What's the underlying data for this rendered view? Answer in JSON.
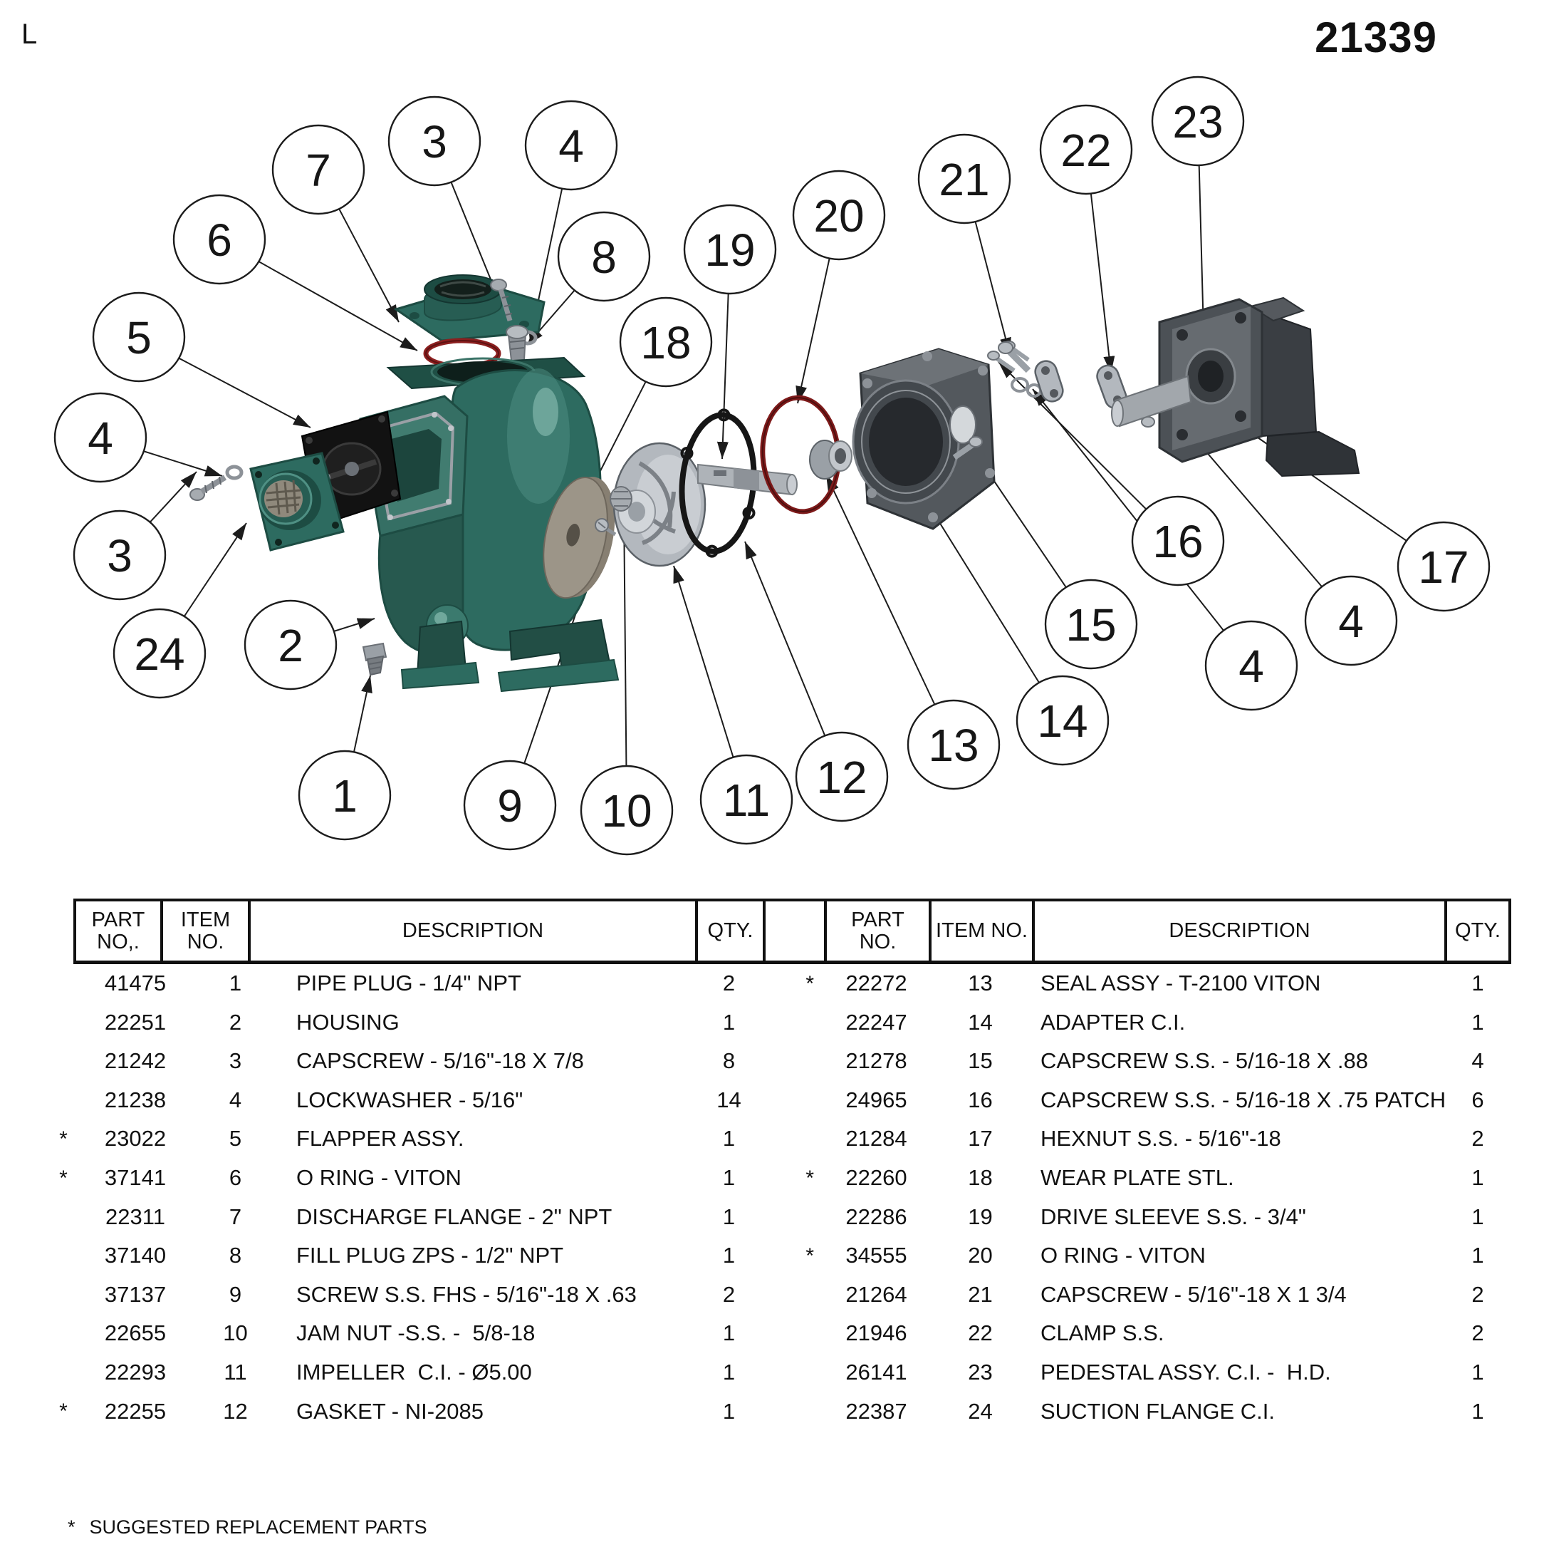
{
  "sheet": {
    "corner_mark": "L",
    "drawing_number": "21339"
  },
  "diagram": {
    "balloons": [
      "7",
      "3",
      "4",
      "6",
      "8",
      "18",
      "19",
      "20",
      "21",
      "22",
      "23",
      "5",
      "4",
      "3",
      "24",
      "2",
      "1",
      "9",
      "10",
      "11",
      "12",
      "13",
      "14",
      "15",
      "16",
      "4",
      "4",
      "17"
    ]
  },
  "table": {
    "left": {
      "headers": {
        "part": "PART\nNO,.",
        "item": "ITEM NO.",
        "desc": "DESCRIPTION",
        "qty": "QTY."
      },
      "rows": [
        {
          "star": "",
          "part": "41475",
          "item": "1",
          "desc": "PIPE PLUG - 1/4\" NPT",
          "qty": "2"
        },
        {
          "star": "",
          "part": "22251",
          "item": "2",
          "desc": "HOUSING",
          "qty": "1"
        },
        {
          "star": "",
          "part": "21242",
          "item": "3",
          "desc": "CAPSCREW - 5/16\"-18 X 7/8",
          "qty": "8"
        },
        {
          "star": "",
          "part": "21238",
          "item": "4",
          "desc": "LOCKWASHER - 5/16\"",
          "qty": "14"
        },
        {
          "star": "*",
          "part": "23022",
          "item": "5",
          "desc": "FLAPPER ASSY.",
          "qty": "1"
        },
        {
          "star": "*",
          "part": "37141",
          "item": "6",
          "desc": "O RING - VITON",
          "qty": "1"
        },
        {
          "star": "",
          "part": "22311",
          "item": "7",
          "desc": "DISCHARGE FLANGE - 2\" NPT",
          "qty": "1"
        },
        {
          "star": "",
          "part": "37140",
          "item": "8",
          "desc": "FILL PLUG ZPS - 1/2\" NPT",
          "qty": "1"
        },
        {
          "star": "",
          "part": "37137",
          "item": "9",
          "desc": "SCREW S.S. FHS - 5/16\"-18 X .63",
          "qty": "2"
        },
        {
          "star": "",
          "part": "22655",
          "item": "10",
          "desc": "JAM NUT -S.S. -  5/8-18",
          "qty": "1"
        },
        {
          "star": "",
          "part": "22293",
          "item": "11",
          "desc": "IMPELLER  C.I. - Ø5.00",
          "qty": "1"
        },
        {
          "star": "*",
          "part": "22255",
          "item": "12",
          "desc": "GASKET - NI-2085",
          "qty": "1"
        }
      ]
    },
    "right": {
      "headers": {
        "part": "PART\nNO.",
        "item": "ITEM NO.",
        "desc": "DESCRIPTION",
        "qty": "QTY."
      },
      "rows": [
        {
          "star": "*",
          "part": "22272",
          "item": "13",
          "desc": "SEAL ASSY - T-2100 VITON",
          "qty": "1"
        },
        {
          "star": "",
          "part": "22247",
          "item": "14",
          "desc": "ADAPTER C.I.",
          "qty": "1"
        },
        {
          "star": "",
          "part": "21278",
          "item": "15",
          "desc": "CAPSCREW S.S. - 5/16-18 X .88",
          "qty": "4"
        },
        {
          "star": "",
          "part": "24965",
          "item": "16",
          "desc": "CAPSCREW S.S. - 5/16-18 X .75 PATCH",
          "qty": "6"
        },
        {
          "star": "",
          "part": "21284",
          "item": "17",
          "desc": "HEXNUT S.S. - 5/16\"-18",
          "qty": "2"
        },
        {
          "star": "*",
          "part": "22260",
          "item": "18",
          "desc": "WEAR PLATE STL.",
          "qty": "1"
        },
        {
          "star": "",
          "part": "22286",
          "item": "19",
          "desc": "DRIVE SLEEVE S.S. - 3/4\"",
          "qty": "1"
        },
        {
          "star": "*",
          "part": "34555",
          "item": "20",
          "desc": "O RING - VITON",
          "qty": "1"
        },
        {
          "star": "",
          "part": "21264",
          "item": "21",
          "desc": "CAPSCREW - 5/16\"-18 X 1 3/4",
          "qty": "2"
        },
        {
          "star": "",
          "part": "21946",
          "item": "22",
          "desc": "CLAMP S.S.",
          "qty": "2"
        },
        {
          "star": "",
          "part": "26141",
          "item": "23",
          "desc": "PEDESTAL ASSY. C.I. -  H.D.",
          "qty": "1"
        },
        {
          "star": "",
          "part": "22387",
          "item": "24",
          "desc": "SUCTION FLANGE C.I.",
          "qty": "1"
        }
      ]
    }
  },
  "footnote": {
    "marker": "*",
    "text": "SUGGESTED REPLACEMENT PARTS"
  }
}
